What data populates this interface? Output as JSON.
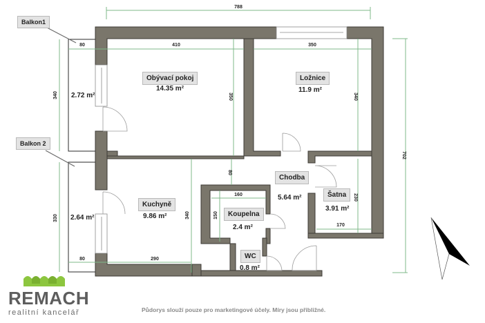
{
  "plan": {
    "rooms": [
      {
        "id": "obyvaci-pokoj",
        "name": "Obývací pokoj",
        "area": "14.35 m²"
      },
      {
        "id": "loznice",
        "name": "Ložnice",
        "area": "11.9 m²"
      },
      {
        "id": "kuchyne",
        "name": "Kuchyně",
        "area": "9.86 m²"
      },
      {
        "id": "chodba",
        "name": "Chodba",
        "area": "5.64 m²"
      },
      {
        "id": "satna",
        "name": "Šatna",
        "area": "3.91 m²"
      },
      {
        "id": "koupelna",
        "name": "Koupelna",
        "area": "2.4 m²"
      },
      {
        "id": "wc",
        "name": "WC",
        "area": "0.8 m²"
      }
    ],
    "balconies": [
      {
        "id": "balkon1",
        "name": "Balkon1",
        "area": "2.72 m²"
      },
      {
        "id": "balkon2",
        "name": "Balkon 2",
        "area": "2.64 m²"
      }
    ],
    "dimensions": {
      "total_width": "788",
      "total_height": "702",
      "living_width": "410",
      "bedroom_width": "350",
      "balkon1_width": "80",
      "balkon1_height": "340",
      "living_height": "350",
      "bedroom_height": "340",
      "hall_gap": "80",
      "bath_width": "160",
      "bath_height": "150",
      "kitchen_height": "340",
      "balkon2_height": "330",
      "balkon2_width": "80",
      "kitchen_width": "290",
      "satna_height": "230",
      "satna_width": "170"
    }
  },
  "branding": {
    "company": "REMACH",
    "tagline": "realitní kancelář",
    "logo_color": "#8dc63f"
  },
  "footer": {
    "disclaimer": "Půdorys slouží pouze pro marketingové účely. Míry jsou přibližné."
  },
  "colors": {
    "wall": "#7a766b",
    "dimension_line": "#7fb98a",
    "label_bg": "#e3e3e3"
  }
}
